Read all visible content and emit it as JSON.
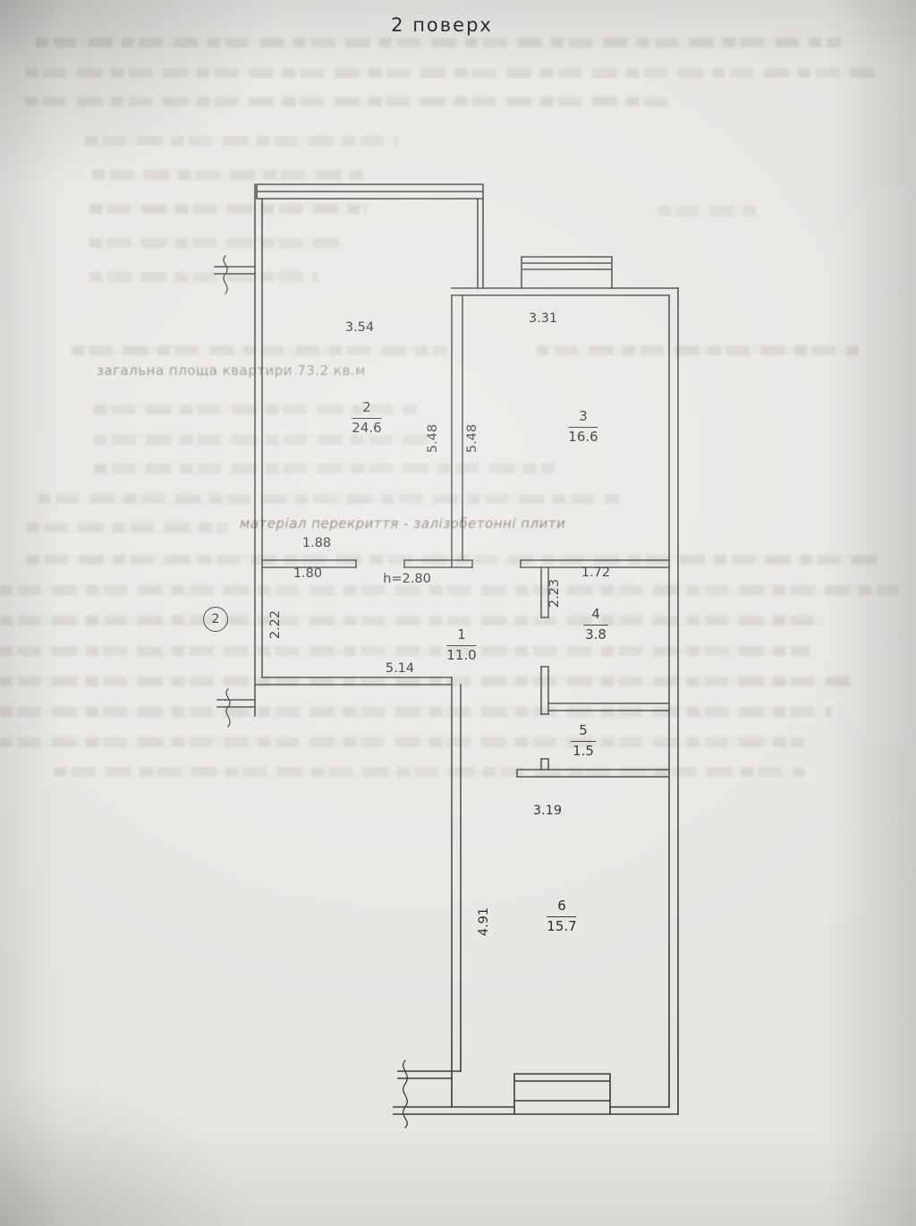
{
  "page": {
    "title": "2 поверх"
  },
  "plan": {
    "axis_marker": "2",
    "ceiling_height": "h=2.80",
    "rooms": [
      {
        "number": "2",
        "area": "24.6"
      },
      {
        "number": "3",
        "area": "16.6"
      },
      {
        "number": "1",
        "area": "11.0"
      },
      {
        "number": "4",
        "area": "3.8"
      },
      {
        "number": "5",
        "area": "1.5"
      },
      {
        "number": "6",
        "area": "15.7"
      }
    ],
    "dims": {
      "room2_width": "3.54",
      "room3_width": "3.31",
      "room2_height": "5.48",
      "room3_height": "5.48",
      "hall_upper": "1.88",
      "hall_lower": "1.80",
      "room4_width": "1.72",
      "room4_height": "2.23",
      "hall_width": "2.22",
      "hall_length": "5.14",
      "room6_width": "3.19",
      "room6_height": "4.91"
    }
  },
  "bleed_through": {
    "area_line": "загальна площа квартири 73.2 кв.м",
    "material_line": "матеріал перекриття - залізобетонні плити"
  }
}
